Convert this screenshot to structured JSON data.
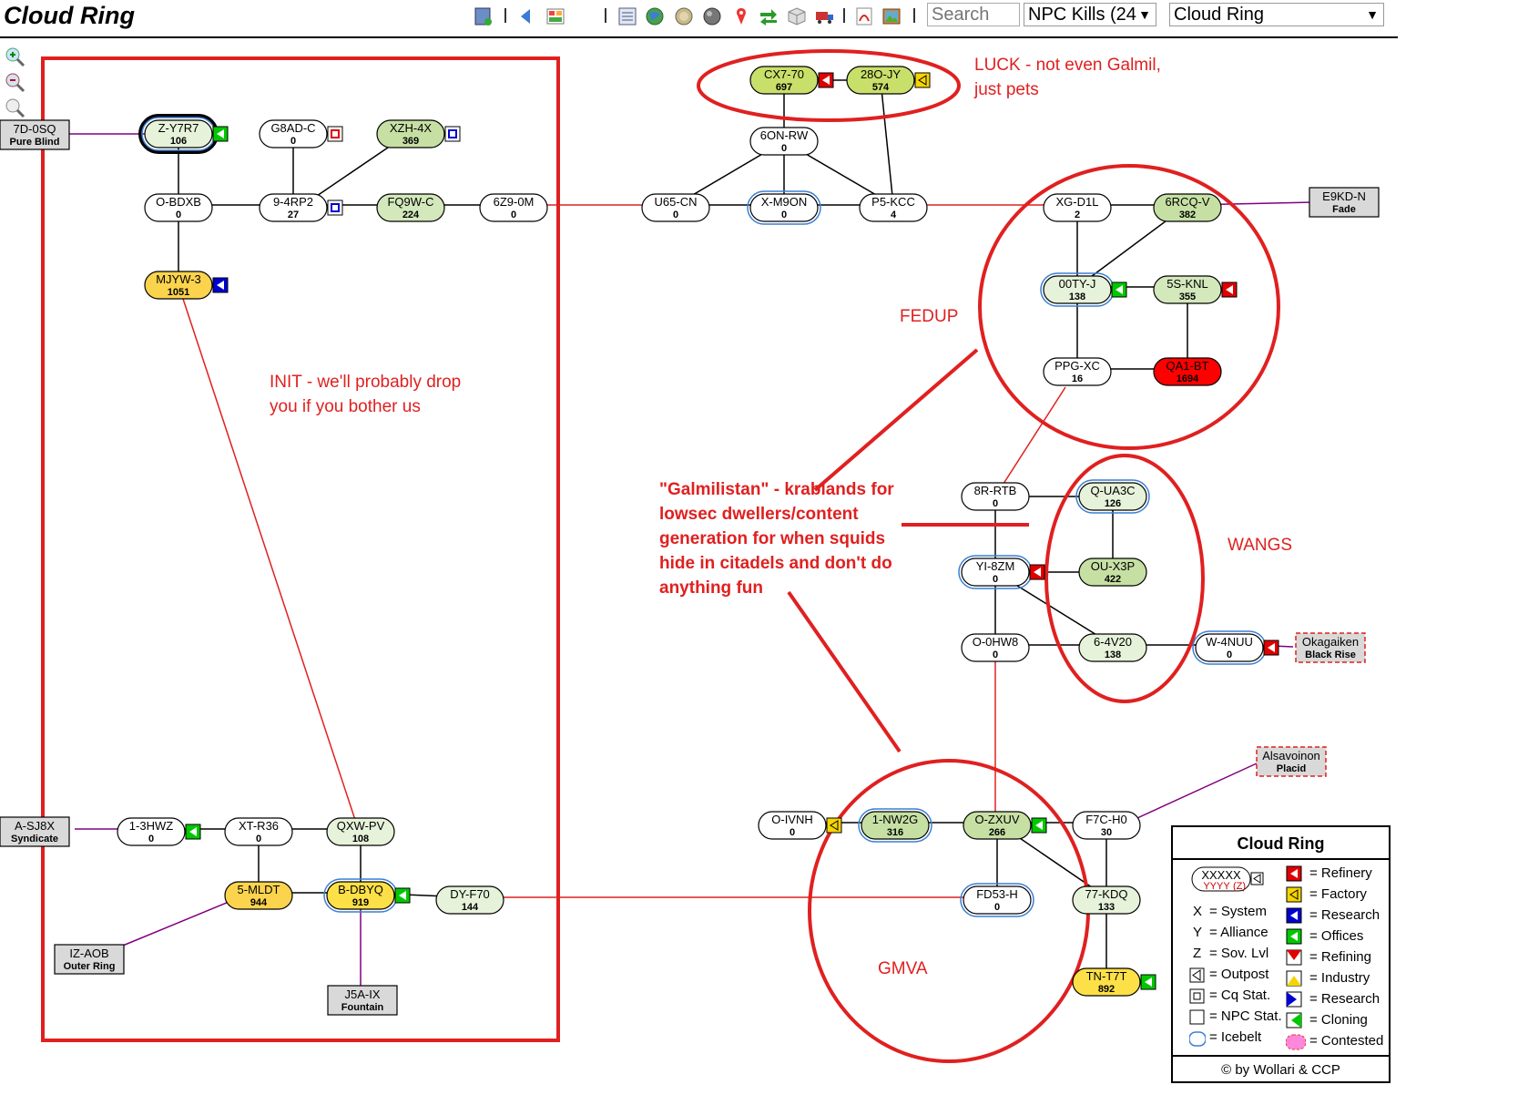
{
  "toolbar": {
    "title": "Cloud Ring",
    "search_placeholder": "Search",
    "metric_select": "NPC Kills (24",
    "region_select": "Cloud Ring",
    "icons": [
      "overview-icon",
      "back-icon",
      "layout-icon",
      "list-icon",
      "globe-icon",
      "coin-icon",
      "sphere-icon",
      "pin-icon",
      "jumps-icon",
      "cube-icon",
      "truck-icon",
      "pdf-icon",
      "image-icon"
    ]
  },
  "zoom_controls": [
    "zoom-in-icon",
    "zoom-out-icon",
    "reset-zoom-icon"
  ],
  "systems": [
    {
      "id": "Z-Y7R7",
      "value": "106",
      "color": "#e6f2d9",
      "icebelt": true,
      "selected": true,
      "station": "offices"
    },
    {
      "id": "G8AD-C",
      "value": "0",
      "color": "#ffffff",
      "station": "refinery-box"
    },
    {
      "id": "XZH-4X",
      "value": "369",
      "color": "#c6e0a4",
      "station": "research-box"
    },
    {
      "id": "O-BDXB",
      "value": "0",
      "color": "#ffffff"
    },
    {
      "id": "9-4RP2",
      "value": "27",
      "color": "#ffffff",
      "station": "research-box"
    },
    {
      "id": "FQ9W-C",
      "value": "224",
      "color": "#d3e8bb"
    },
    {
      "id": "6Z9-0M",
      "value": "0",
      "color": "#ffffff"
    },
    {
      "id": "MJYW-3",
      "value": "1051",
      "color": "#fcd34d",
      "station": "research"
    },
    {
      "id": "CX7-70",
      "value": "697",
      "color": "#c8e06a",
      "station": "refinery"
    },
    {
      "id": "28O-JY",
      "value": "574",
      "color": "#c8e06a",
      "station": "factory"
    },
    {
      "id": "6ON-RW",
      "value": "0",
      "color": "#ffffff"
    },
    {
      "id": "U65-CN",
      "value": "0",
      "color": "#ffffff"
    },
    {
      "id": "X-M9ON",
      "value": "0",
      "color": "#ffffff",
      "icebelt": true
    },
    {
      "id": "P5-KCC",
      "value": "4",
      "color": "#ffffff"
    },
    {
      "id": "XG-D1L",
      "value": "2",
      "color": "#ffffff"
    },
    {
      "id": "6RCQ-V",
      "value": "382",
      "color": "#c6e0a4"
    },
    {
      "id": "00TY-J",
      "value": "138",
      "color": "#e6f2d9",
      "icebelt": true,
      "station": "offices"
    },
    {
      "id": "5S-KNL",
      "value": "355",
      "color": "#d3e8bb",
      "station": "refinery"
    },
    {
      "id": "PPG-XC",
      "value": "16",
      "color": "#ffffff"
    },
    {
      "id": "QA1-BT",
      "value": "1694",
      "color": "#ff0000"
    },
    {
      "id": "8R-RTB",
      "value": "0",
      "color": "#ffffff"
    },
    {
      "id": "Q-UA3C",
      "value": "126",
      "color": "#e6f2d9",
      "icebelt": true
    },
    {
      "id": "YI-8ZM",
      "value": "0",
      "color": "#ffffff",
      "icebelt": true,
      "station": "refinery"
    },
    {
      "id": "OU-X3P",
      "value": "422",
      "color": "#c6e0a4"
    },
    {
      "id": "O-0HW8",
      "value": "0",
      "color": "#ffffff"
    },
    {
      "id": "6-4V20",
      "value": "138",
      "color": "#e6f2d9"
    },
    {
      "id": "W-4NUU",
      "value": "0",
      "color": "#ffffff",
      "icebelt": true,
      "station": "refinery"
    },
    {
      "id": "O-IVNH",
      "value": "0",
      "color": "#ffffff",
      "station": "factory"
    },
    {
      "id": "1-NW2G",
      "value": "316",
      "color": "#c6e0a4",
      "icebelt": true
    },
    {
      "id": "O-ZXUV",
      "value": "266",
      "color": "#c6e0a4",
      "station": "offices"
    },
    {
      "id": "F7C-H0",
      "value": "30",
      "color": "#ffffff"
    },
    {
      "id": "FD53-H",
      "value": "0",
      "color": "#ffffff",
      "icebelt": true
    },
    {
      "id": "77-KDQ",
      "value": "133",
      "color": "#e6f2d9"
    },
    {
      "id": "TN-T7T",
      "value": "892",
      "color": "#fde047",
      "station": "offices"
    },
    {
      "id": "1-3HWZ",
      "value": "0",
      "color": "#ffffff",
      "station": "offices"
    },
    {
      "id": "XT-R36",
      "value": "0",
      "color": "#ffffff"
    },
    {
      "id": "QXW-PV",
      "value": "108",
      "color": "#e6f2d9"
    },
    {
      "id": "5-MLDT",
      "value": "944",
      "color": "#fcd34d"
    },
    {
      "id": "B-DBYQ",
      "value": "919",
      "color": "#fde047",
      "icebelt": true,
      "station": "offices"
    },
    {
      "id": "DY-F70",
      "value": "144",
      "color": "#e6f2d9"
    }
  ],
  "external_regions": [
    {
      "id": "7D-0SQ",
      "region": "Pure Blind"
    },
    {
      "id": "E9KD-N",
      "region": "Fade"
    },
    {
      "id": "Okagaiken",
      "region": "Black Rise",
      "dashed": true
    },
    {
      "id": "Alsavoinon",
      "region": "Placid",
      "dashed": true
    },
    {
      "id": "A-SJ8X",
      "region": "Syndicate"
    },
    {
      "id": "IZ-AOB",
      "region": "Outer Ring"
    },
    {
      "id": "J5A-IX",
      "region": "Fountain"
    }
  ],
  "annotations": {
    "luck": [
      "LUCK - not even Galmil,",
      "just pets"
    ],
    "init": [
      "INIT - we'll probably drop",
      "you if you bother us"
    ],
    "fedup": "FEDUP",
    "wangs": "WANGS",
    "gmva": "GMVA",
    "galmilistan": [
      "\"Galmilistan\" - krablands for",
      "lowsec dwellers/content",
      "generation for when squids",
      "hide in citadels and don't do",
      "anything fun"
    ]
  },
  "legend": {
    "title": "Cloud Ring",
    "sample_system": "XXXXX",
    "sample_alliance": "YYYY",
    "sample_sov": "(Z)",
    "left_items": [
      {
        "key": "X",
        "label": "= System"
      },
      {
        "key": "Y",
        "label": "= Alliance"
      },
      {
        "key": "Z",
        "label": "= Sov. Lvl"
      },
      {
        "key": "outpost",
        "label": "= Outpost"
      },
      {
        "key": "cq",
        "label": "= Cq Stat."
      },
      {
        "key": "npc",
        "label": "= NPC Stat."
      },
      {
        "key": "icebelt",
        "label": "= Icebelt"
      }
    ],
    "right_items": [
      {
        "label": "= Refinery",
        "color": "#e00000"
      },
      {
        "label": "= Factory",
        "color": "#f5d400"
      },
      {
        "label": "= Research",
        "color": "#0000d0"
      },
      {
        "label": "= Offices",
        "color": "#00c800"
      },
      {
        "label": "= Refining",
        "color": "#e00000"
      },
      {
        "label": "= Industry",
        "color": "#f5d400"
      },
      {
        "label": "= Research",
        "color": "#0000d0"
      },
      {
        "label": "= Cloning",
        "color": "#00c800"
      },
      {
        "label": "= Contested",
        "color": "#ff88dd"
      }
    ],
    "copyright": "© by Wollari & CCP"
  },
  "colors": {
    "annotation_red": "#e02020",
    "regional_link": "#800080",
    "constellation_link": "#e02020"
  }
}
